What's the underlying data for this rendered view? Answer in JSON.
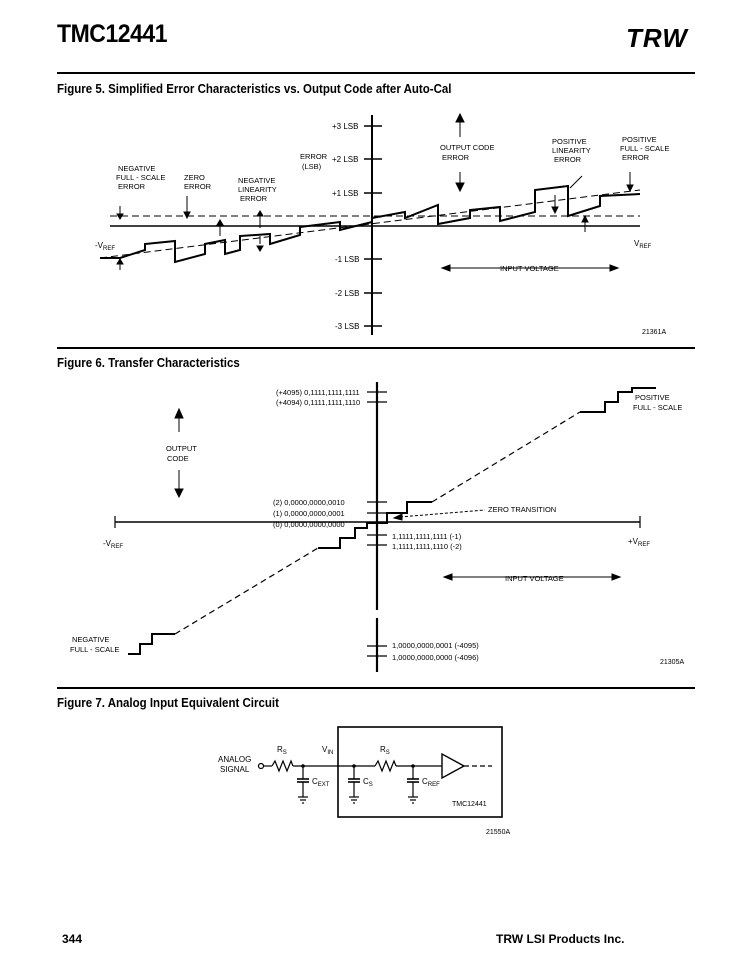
{
  "header": {
    "part_number": "TMC12441",
    "brand": "TRW"
  },
  "figure5": {
    "caption": "Figure 5. Simplified Error Characteristics vs. Output Code after Auto-Cal",
    "y_ticks": [
      "+3 LSB",
      "+2 LSB",
      "+1 LSB",
      "-1 LSB",
      "-2 LSB",
      "-3 LSB"
    ],
    "error_label": [
      "ERROR",
      "(LSB)"
    ],
    "output_code_label": [
      "OUTPUT CODE",
      "ERROR"
    ],
    "neg_fullscale_label": [
      "NEGATIVE",
      "FULL - SCALE",
      "ERROR"
    ],
    "zero_error_label": [
      "ZERO",
      "ERROR"
    ],
    "neg_linearity_label": [
      "NEGATIVE",
      "LINEARITY",
      "ERROR"
    ],
    "pos_linearity_label": [
      "POSITIVE",
      "LINEARITY",
      "ERROR"
    ],
    "pos_fullscale_label": [
      "POSITIVE",
      "FULL - SCALE",
      "ERROR"
    ],
    "neg_vref": "-V",
    "pos_vref": "V",
    "ref_sub": "REF",
    "input_voltage": "INPUT VOLTAGE",
    "drawing_id": "21361A"
  },
  "figure6": {
    "caption": "Figure 6. Transfer Characteristics",
    "code_4095": "(+4095) 0,1111,1111,1111",
    "code_4094": "(+4094) 0,1111,1111,1110",
    "code_2": "(2) 0,0000,0000,0010",
    "code_1": "(1) 0,0000,0000,0001",
    "code_0": "(0) 0,0000,0000,0000",
    "code_m1": "1,1111,1111,1111 (-1)",
    "code_m2": "1,1111,1111,1110 (-2)",
    "code_m4095": "1,0000,0000,0001 (-4095)",
    "code_m4096": "1,0000,0000,0000 (-4096)",
    "output_code": [
      "OUTPUT",
      "CODE"
    ],
    "pos_fullscale": [
      "POSITIVE",
      "FULL - SCALE"
    ],
    "neg_fullscale": [
      "NEGATIVE",
      "FULL - SCALE"
    ],
    "zero_transition": "ZERO TRANSITION",
    "neg_vref": "-V",
    "pos_vref": "+V",
    "ref_sub": "REF",
    "input_voltage": "INPUT VOLTAGE",
    "drawing_id": "21305A"
  },
  "figure7": {
    "caption": "Figure 7. Analog Input Equivalent Circuit",
    "analog_signal": [
      "ANALOG",
      "SIGNAL"
    ],
    "rs": "R",
    "rs_sub": "S",
    "vin": "V",
    "vin_sub": "IN",
    "cext": "C",
    "cext_sub": "EXT",
    "cs": "C",
    "cs_sub": "S",
    "cref": "C",
    "cref_sub": "REF",
    "chip": "TMC12441",
    "drawing_id": "21550A"
  },
  "footer": {
    "page_number": "344",
    "company": "TRW LSI Products Inc."
  }
}
